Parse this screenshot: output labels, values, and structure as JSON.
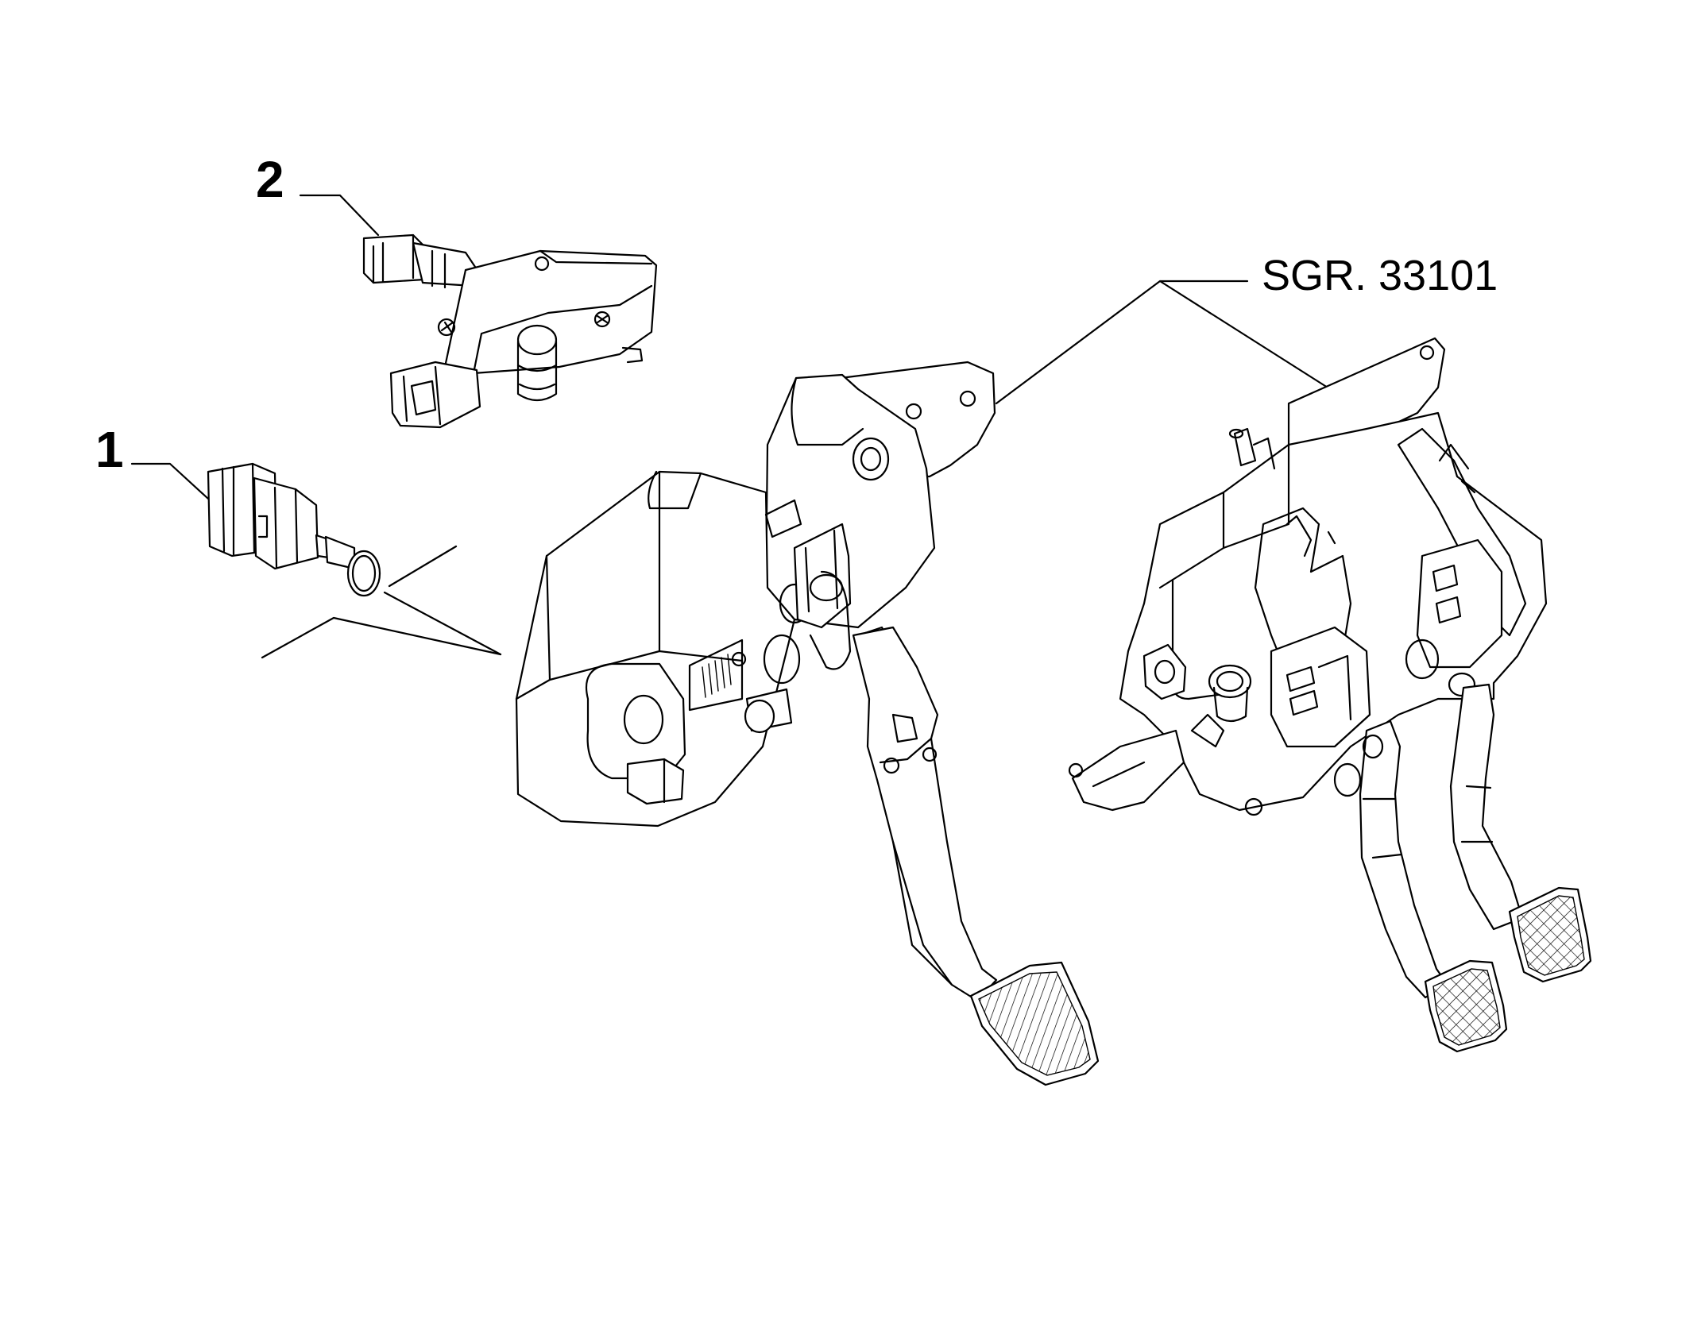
{
  "callouts": {
    "item_1": "1",
    "item_2": "2"
  },
  "reference": {
    "label": "SGR. 33101"
  },
  "colors": {
    "line": "#000000",
    "background": "#ffffff"
  }
}
